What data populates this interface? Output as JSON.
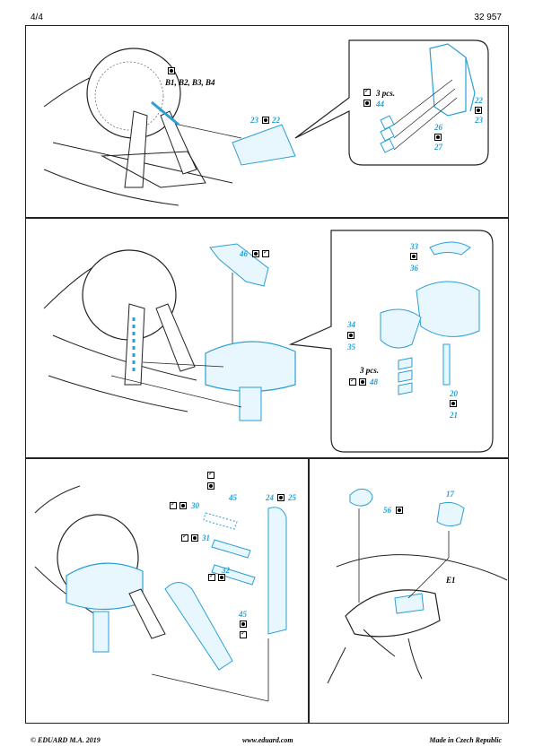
{
  "header": {
    "page": "4/4",
    "code": "32 957"
  },
  "footer": {
    "copyright": "© EDUARD  M.A. 2019",
    "website": "www.eduard.com",
    "origin": "Made in Czech Republic"
  },
  "panel1": {
    "variant_label": "B1, B2, B3, B4",
    "part_a": "23",
    "part_b": "22",
    "inset": {
      "qty": "3 pcs.",
      "part_44": "44",
      "part_22": "22",
      "part_23": "23",
      "part_26": "26",
      "part_27": "27"
    }
  },
  "panel2": {
    "part_46": "46",
    "inset": {
      "part_33": "33",
      "part_36": "36",
      "part_34": "34",
      "part_35": "35",
      "qty": "3 pcs.",
      "part_48": "48",
      "part_20": "20",
      "part_21": "21"
    }
  },
  "panel3": {
    "part_30": "30",
    "part_45a": "45",
    "part_24": "24",
    "part_25": "25",
    "part_31": "31",
    "part_32": "32",
    "part_45b": "45"
  },
  "panel4": {
    "part_56": "56",
    "part_17": "17",
    "label_e1": "E1"
  },
  "colors": {
    "etch_blue": "#2a9fd6",
    "line": "#222222"
  }
}
